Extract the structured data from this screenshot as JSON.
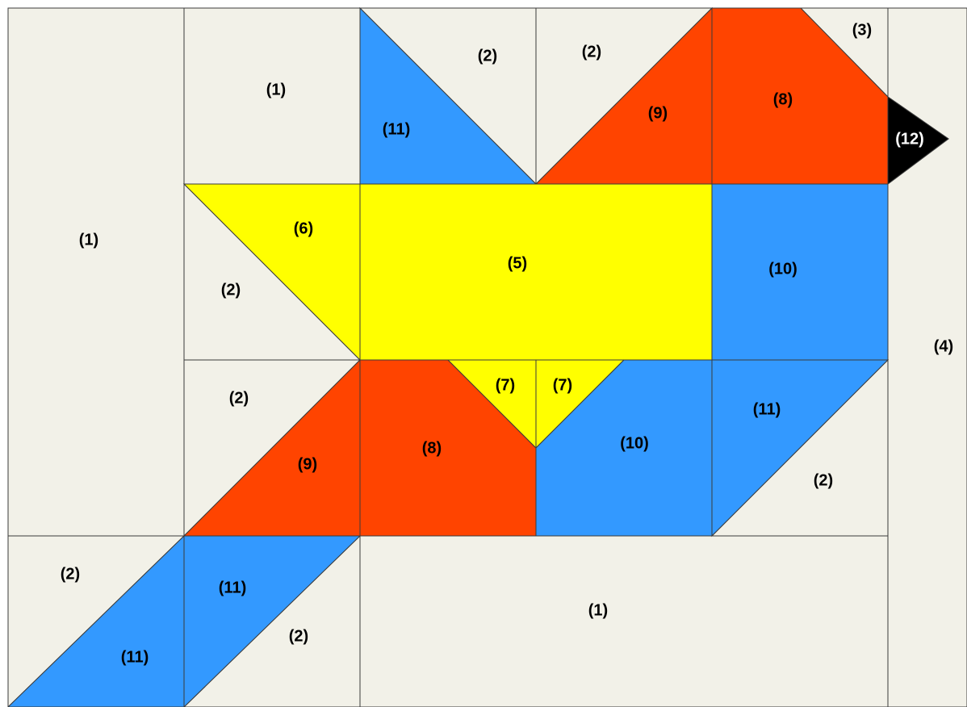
{
  "colors": {
    "background_fabric": "#F2F1E8",
    "yellow": "#FFFF00",
    "blue": "#3399FF",
    "red": "#FF4400",
    "black": "#000000",
    "outline": "#3A3A3A",
    "label_dark": "#000000",
    "label_light": "#FFFFFF"
  },
  "labels": {
    "l1": "(1)",
    "l2": "(2)",
    "l3": "(3)",
    "l4": "(4)",
    "l5": "(5)",
    "l6": "(6)",
    "l7": "(7)",
    "l8": "(8)",
    "l9": "(9)",
    "l10": "(10)",
    "l11": "(11)",
    "l12": "(12)"
  }
}
